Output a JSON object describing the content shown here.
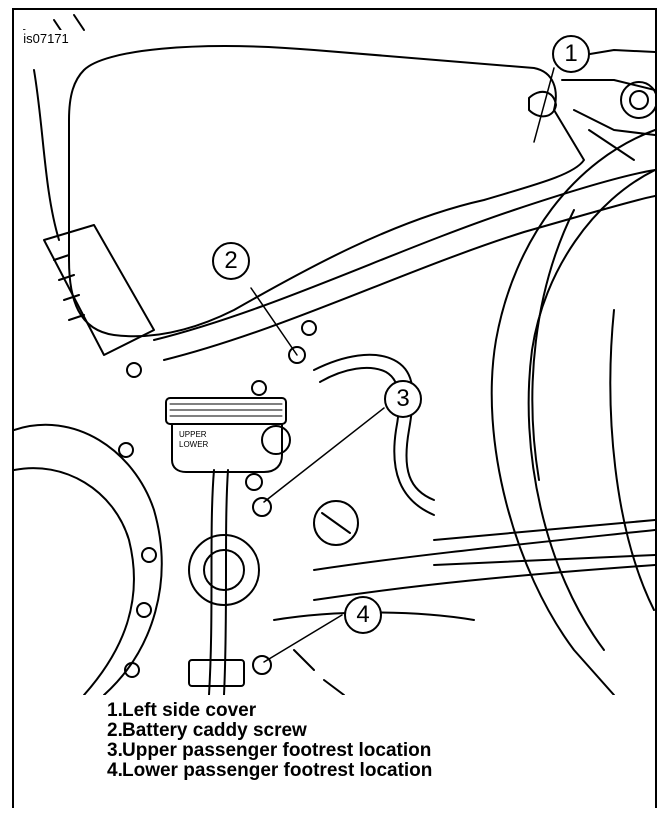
{
  "figure": {
    "id": "is07171",
    "callouts": [
      "1",
      "2",
      "3",
      "4"
    ]
  },
  "legend": [
    {
      "num": "1.",
      "label": "Left side cover"
    },
    {
      "num": "2.",
      "label": "Battery caddy screw"
    },
    {
      "num": "3.",
      "label": "Upper passenger footrest location"
    },
    {
      "num": "4.",
      "label": "Lower passenger footrest location"
    }
  ],
  "brake_reservoir_marks": {
    "upper": "UPPER",
    "lower": "LOWER"
  }
}
